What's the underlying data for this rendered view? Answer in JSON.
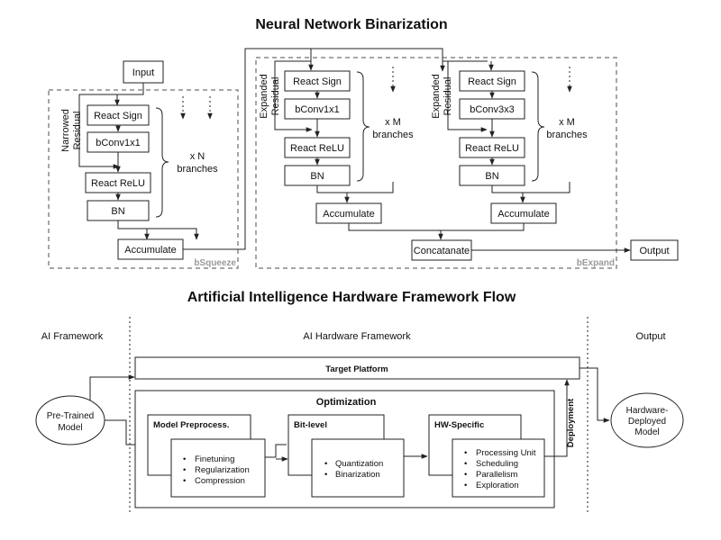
{
  "top": {
    "title": "Neural Network Binarization",
    "input": "Input",
    "squeeze": {
      "side_label_1": "Narrowed",
      "side_label_2": "Residual",
      "react_sign": "React Sign",
      "conv": "bConv1x1",
      "react_relu": "React ReLU",
      "bn": "BN",
      "branches_1": "x N",
      "branches_2": "branches",
      "accumulate": "Accumulate",
      "tag": "bSqueeze"
    },
    "expand_left": {
      "side_label_1": "Expanded",
      "side_label_2": "Residual",
      "react_sign": "React Sign",
      "conv": "bConv1x1",
      "react_relu": "React ReLU",
      "bn": "BN",
      "branches_1": "x M",
      "branches_2": "branches",
      "accumulate": "Accumulate"
    },
    "expand_right": {
      "side_label_1": "Expanded",
      "side_label_2": "Residual",
      "react_sign": "React Sign",
      "conv": "bConv3x3",
      "react_relu": "React ReLU",
      "bn": "BN",
      "branches_1": "x M",
      "branches_2": "branches",
      "accumulate": "Accumulate"
    },
    "concatenate": "Concatanate",
    "output": "Output",
    "expand_tag": "bExpand"
  },
  "bottom": {
    "title": "Artificial Intelligence Hardware Framework Flow",
    "col_ai": "AI Framework",
    "col_hw": "AI Hardware Framework",
    "col_out": "Output",
    "pretrained_1": "Pre-Trained",
    "pretrained_2": "Model",
    "target_platform": "Target Platform",
    "optimization": "Optimization",
    "deployment": "Deployment",
    "model_preprocess": {
      "title": "Model Preprocess.",
      "items": [
        "Finetuning",
        "Regularization",
        "Compression"
      ]
    },
    "bit_level": {
      "title": "Bit-level",
      "items": [
        "Quantization",
        "Binarization"
      ]
    },
    "hw_specific": {
      "title": "HW-Specific",
      "items": [
        "Processing Unit",
        "Scheduling",
        "Parallelism",
        "Exploration"
      ]
    },
    "deployed_1": "Hardware-",
    "deployed_2": "Deployed",
    "deployed_3": "Model"
  }
}
